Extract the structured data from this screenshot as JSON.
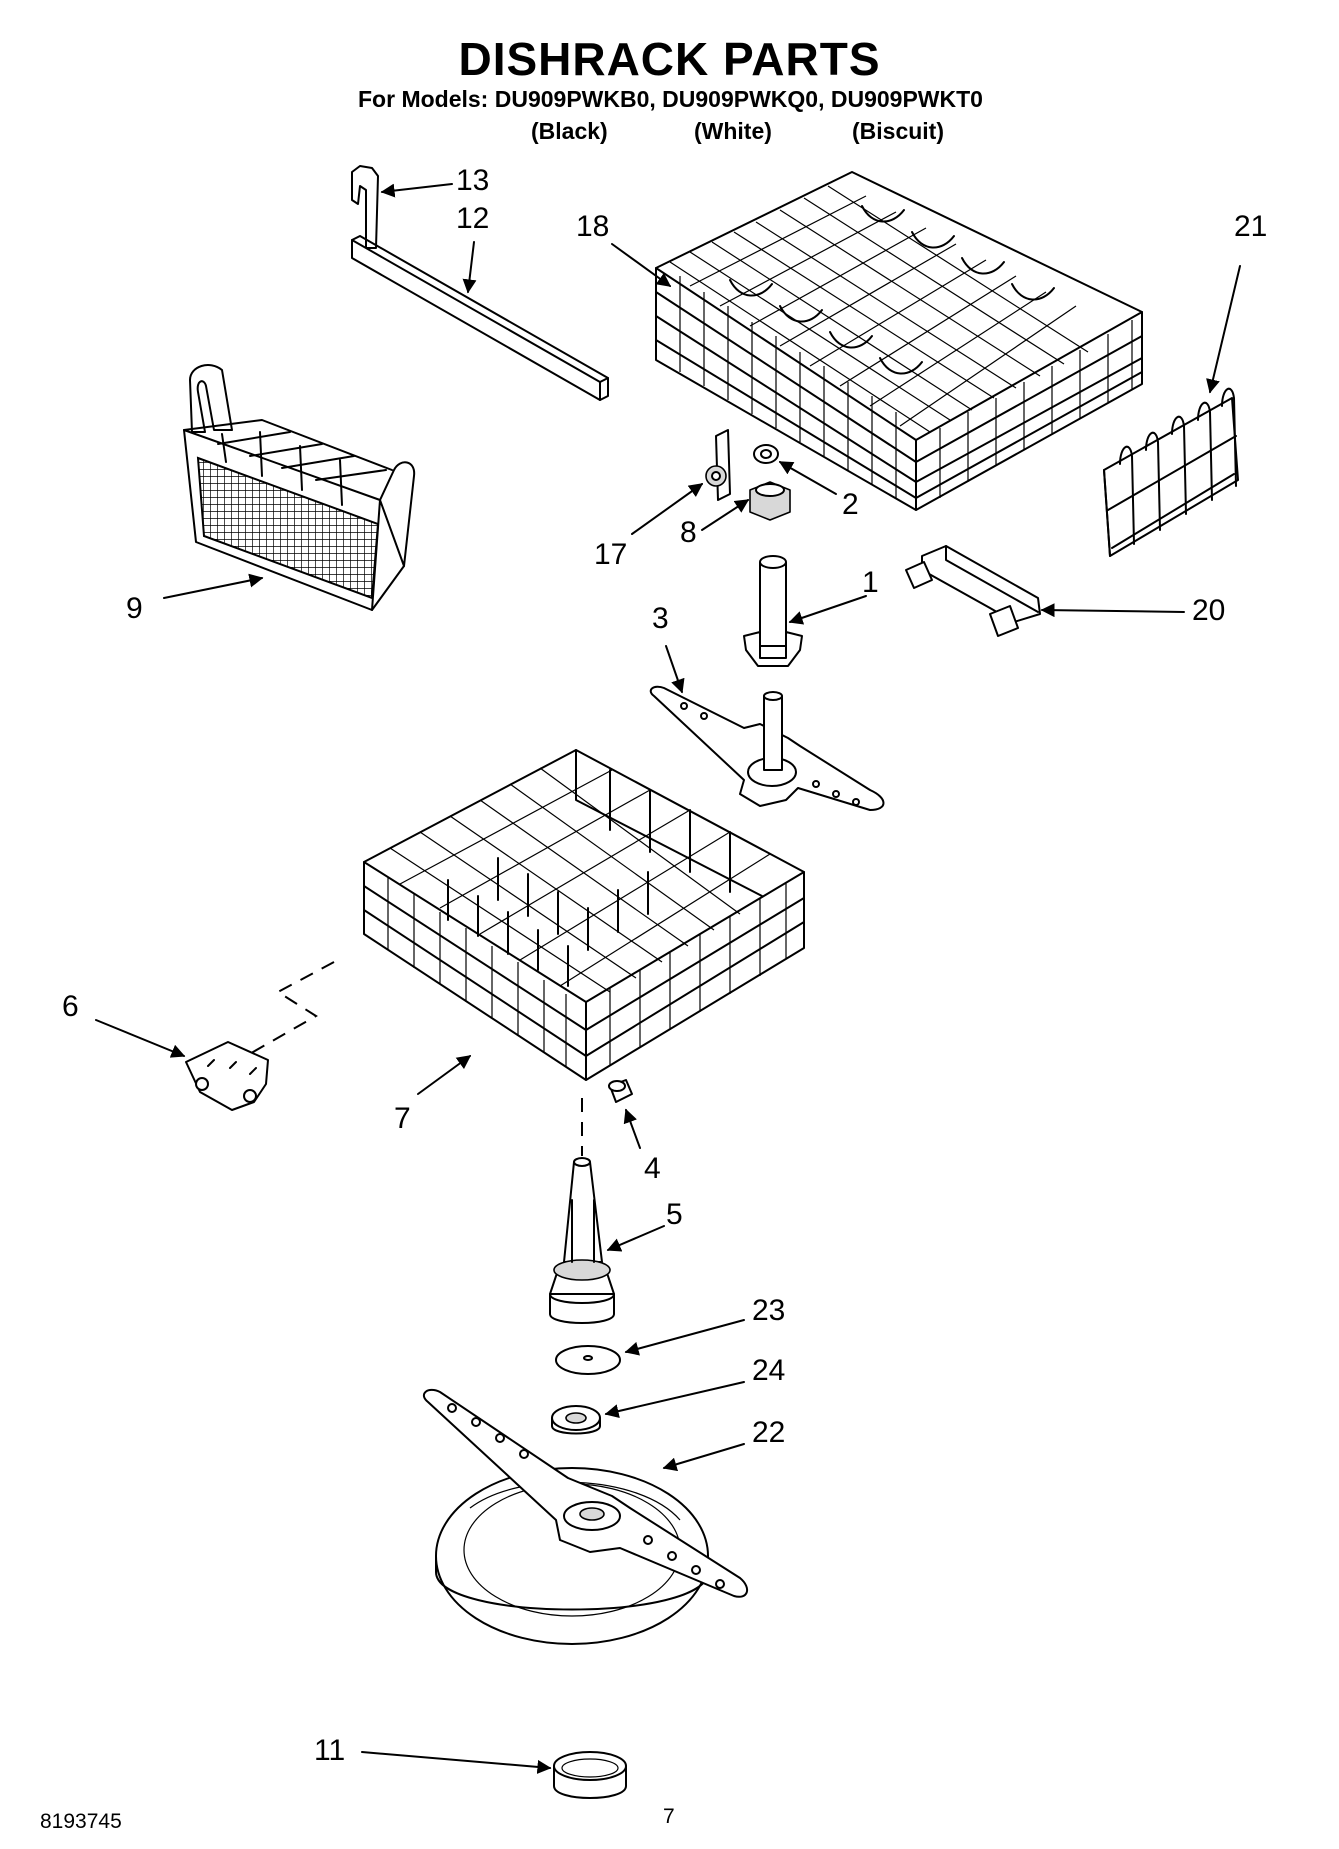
{
  "title": "DISHRACK PARTS",
  "models_line": "For Models: DU909PWKB0, DU909PWKQ0, DU909PWKT0",
  "variants": [
    "(Black)",
    "(White)",
    "(Biscuit)"
  ],
  "part_labels": {
    "p1": "1",
    "p2": "2",
    "p3": "3",
    "p4": "4",
    "p5": "5",
    "p6": "6",
    "p7": "7",
    "p8": "8",
    "p9": "9",
    "p11": "11",
    "p12": "12",
    "p13": "13",
    "p17": "17",
    "p18": "18",
    "p20": "20",
    "p21": "21",
    "p22": "22",
    "p23": "23",
    "p24": "24"
  },
  "footer": {
    "doc_number": "8193745",
    "page_number": "7"
  }
}
